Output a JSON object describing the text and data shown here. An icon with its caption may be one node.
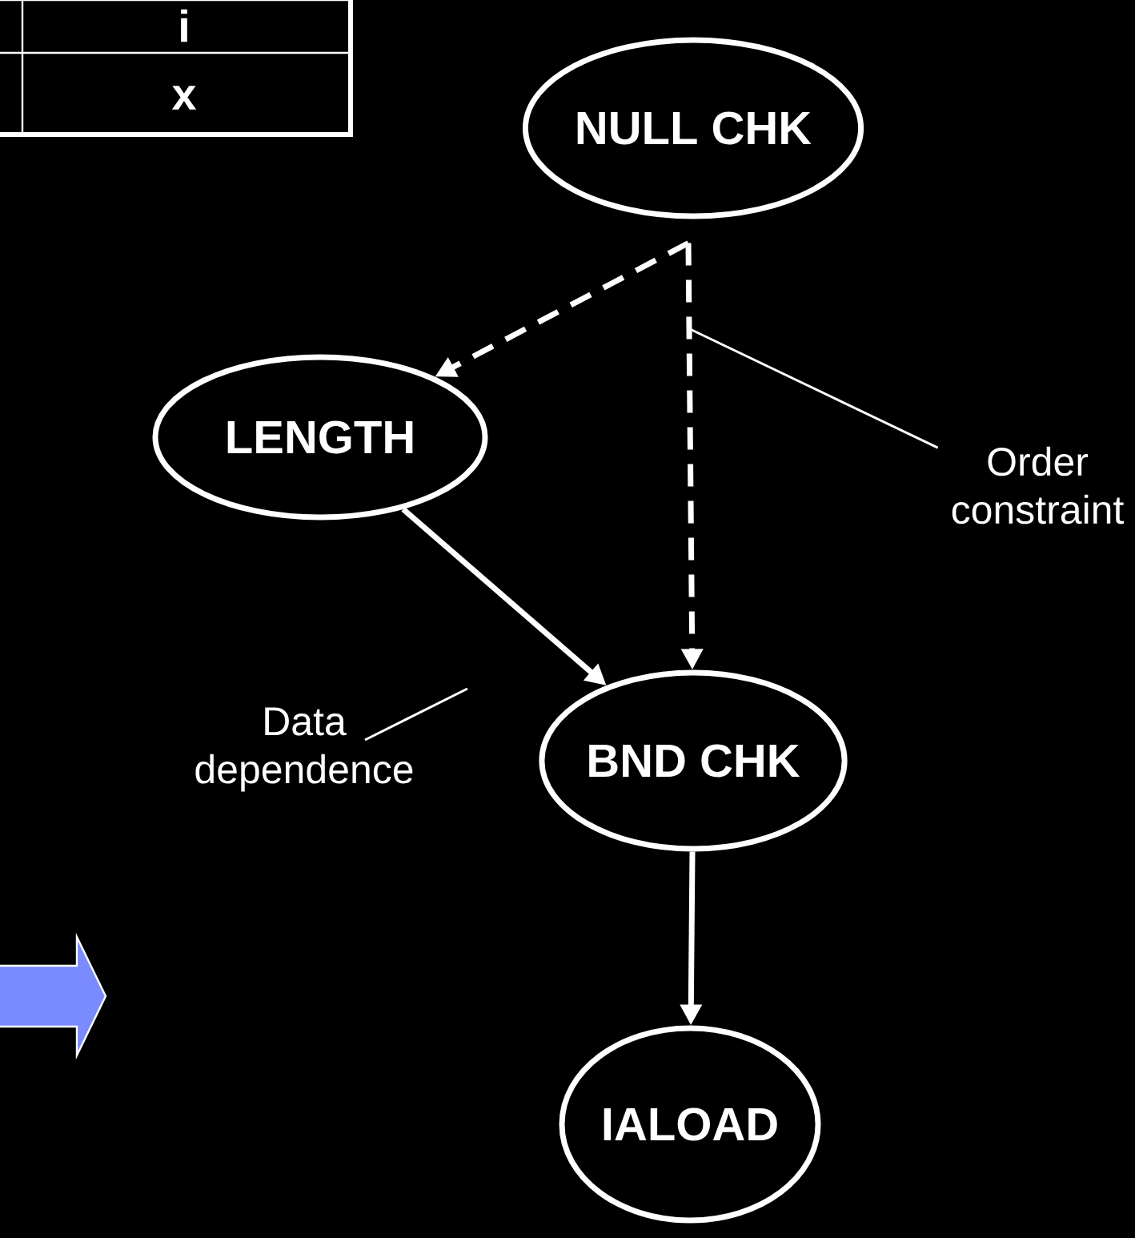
{
  "diagram": {
    "nodes": [
      {
        "text": [
          "NULL CHK"
        ]
      },
      {
        "text": [
          "LENGTH"
        ]
      },
      {
        "text": [
          "BND CHK"
        ]
      },
      {
        "text": [
          "IALOAD"
        ]
      },
      {
        "text": [
          "Order constraint"
        ]
      },
      {
        "text": [
          "Data dependence"
        ]
      }
    ],
    "edges": [
      {
        "from": 0,
        "to": 1,
        "arrow": "to",
        "style": "dashed"
      },
      {
        "from": 0,
        "to": 2,
        "arrow": "to",
        "style": "dashed"
      },
      {
        "from": 1,
        "to": 2,
        "arrow": "to"
      },
      {
        "from": 2,
        "to": 3,
        "arrow": "to"
      },
      {
        "from": 4,
        "to": null,
        "arrow": "none"
      },
      {
        "from": 5,
        "to": null,
        "arrow": "none"
      }
    ],
    "labels": [
      "i",
      "x"
    ]
  }
}
